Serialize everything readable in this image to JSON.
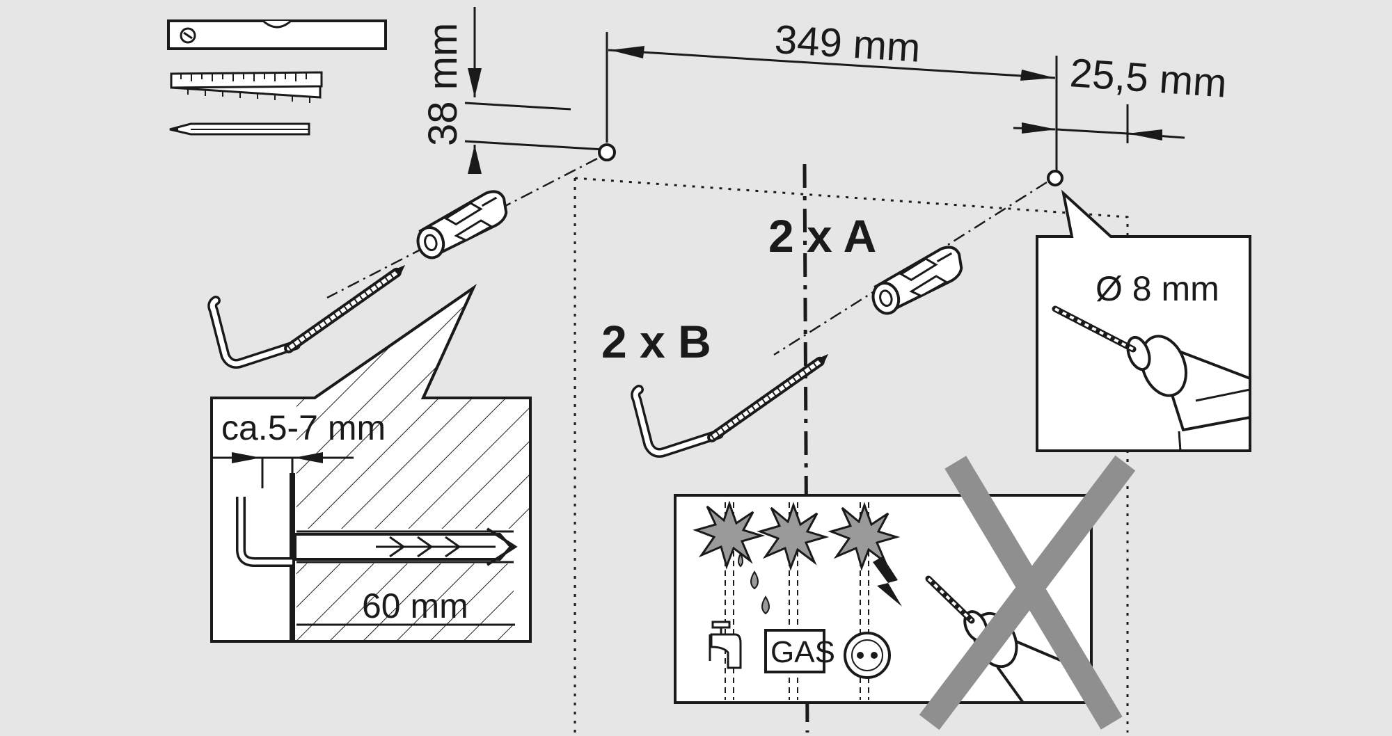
{
  "labels": {
    "dim_38": "38 mm",
    "dim_349": "349 mm",
    "dim_25_5": "25,5 mm",
    "depth_gap": "ca.5-7 mm",
    "depth_60": "60 mm",
    "qty_a": "2 x A",
    "qty_b": "2 x B",
    "drill_dia": "Ø 8 mm",
    "gas": "GAS"
  },
  "colors": {
    "background": "#e6e6e6",
    "ink": "#1a1a1a",
    "panel": "#ffffff",
    "spark": "#9a9a9a",
    "cross": "#8f8f8f"
  },
  "icons": {
    "tools": [
      "spirit-level-icon",
      "folding-rule-icon",
      "pencil-icon"
    ],
    "parts": [
      "wall-plug-icon",
      "hook-screw-icon"
    ],
    "hazards": [
      "spark-icon",
      "water-drop-icon",
      "lightning-icon",
      "water-tap-icon",
      "gas-icon",
      "power-socket-icon"
    ],
    "tool": [
      "drill-icon",
      "prohibited-cross-icon"
    ]
  }
}
